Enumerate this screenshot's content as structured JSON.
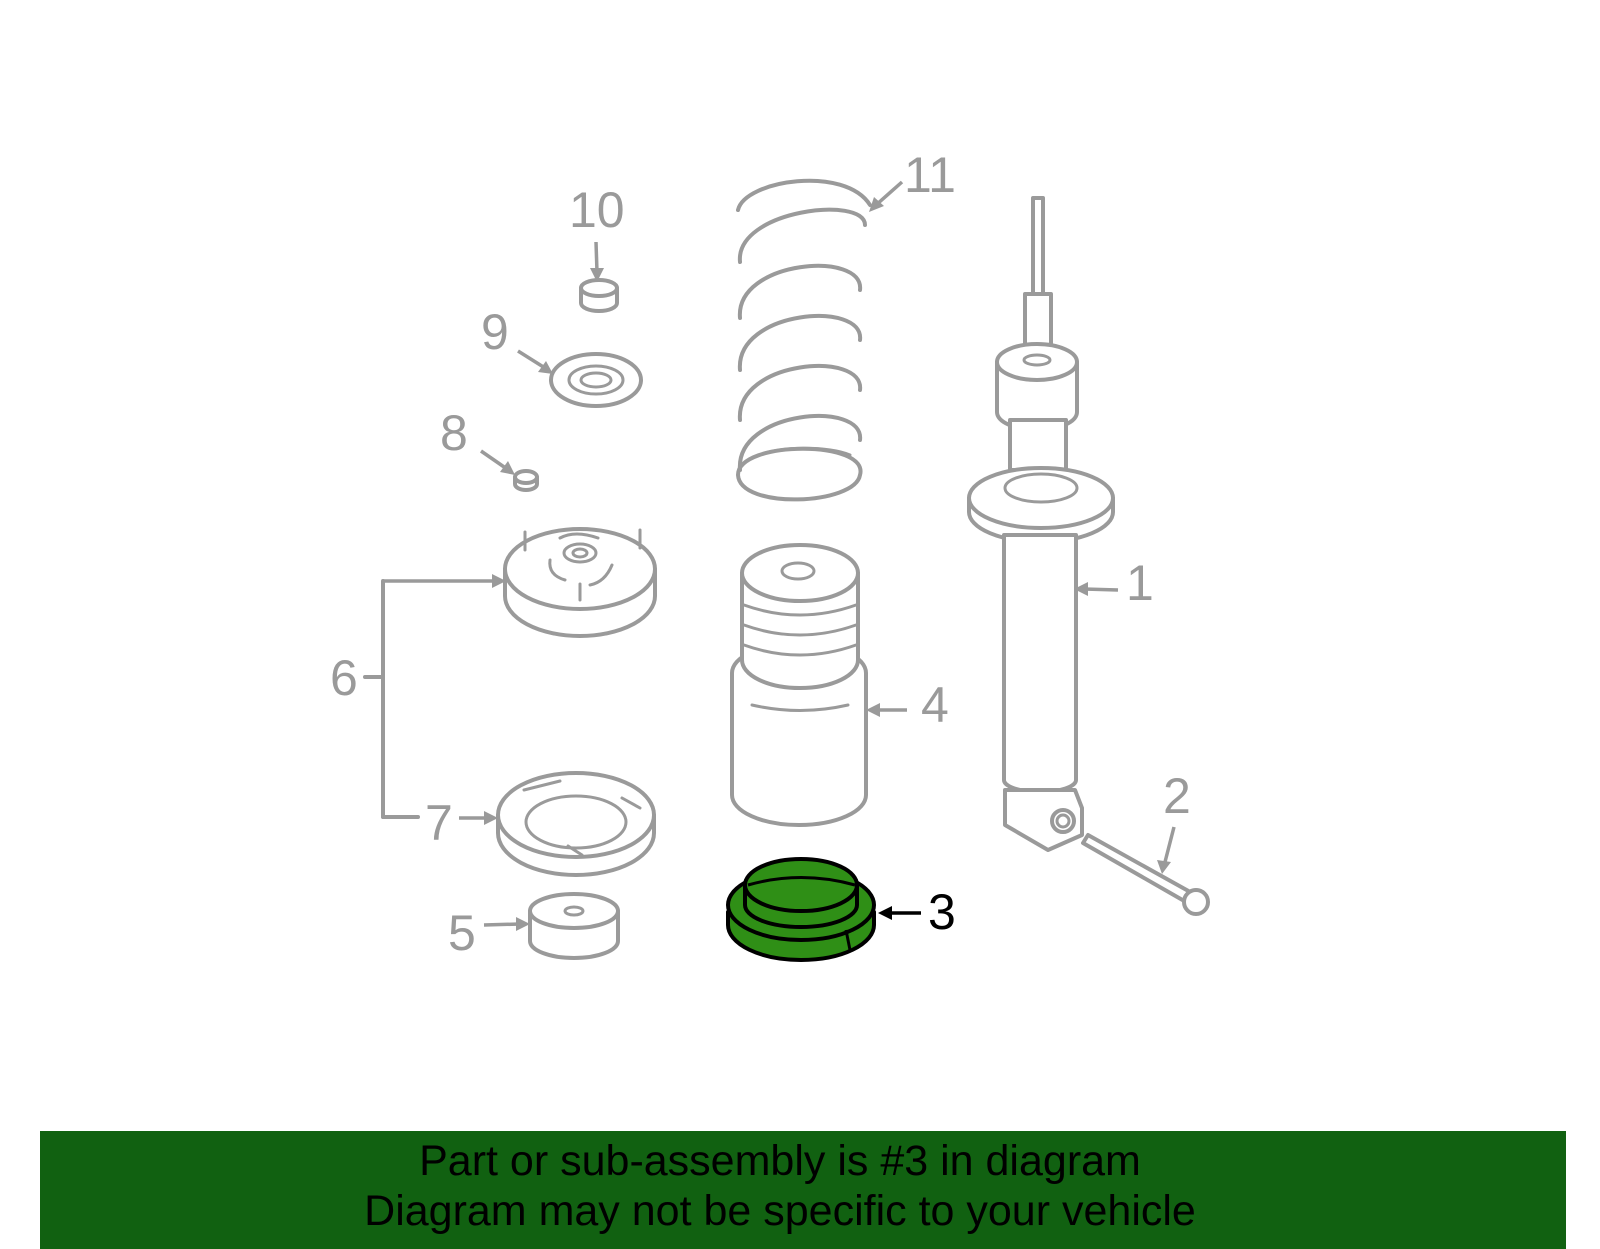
{
  "diagram": {
    "highlight_color": "#2f8f16",
    "banner_color": "#116111",
    "highlighted_part": "3",
    "callouts": [
      "1",
      "2",
      "3",
      "4",
      "5",
      "6",
      "7",
      "8",
      "9",
      "10",
      "11"
    ]
  },
  "banner": {
    "line1": "Part or sub-assembly is #3 in diagram",
    "line2": "Diagram may not be specific to your vehicle"
  }
}
